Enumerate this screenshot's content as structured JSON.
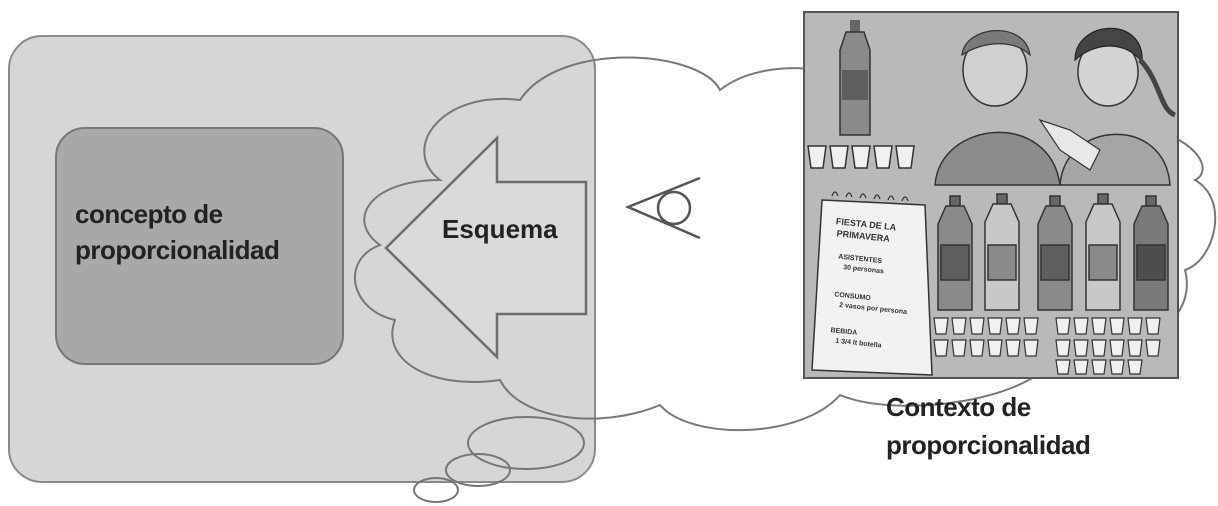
{
  "concept": {
    "line1": "concepto de",
    "line2": "proporcionalidad"
  },
  "arrow": {
    "label": "Esquema"
  },
  "context": {
    "line1": "Contexto de",
    "line2": "proporcionalidad"
  },
  "notebook": {
    "title1": "FIESTA DE LA",
    "title2": "PRIMAVERA",
    "row1": "ASISTENTES",
    "row2": "30 personas",
    "row3": "CONSUMO",
    "row4": "2 vasos por persona",
    "row5": "BEBIDA",
    "row6": "1 3/4 lt botella"
  },
  "colors": {
    "panel": "#d6d6d6",
    "inner": "#a9a9a9",
    "photo_bg": "#b9b9b9"
  }
}
